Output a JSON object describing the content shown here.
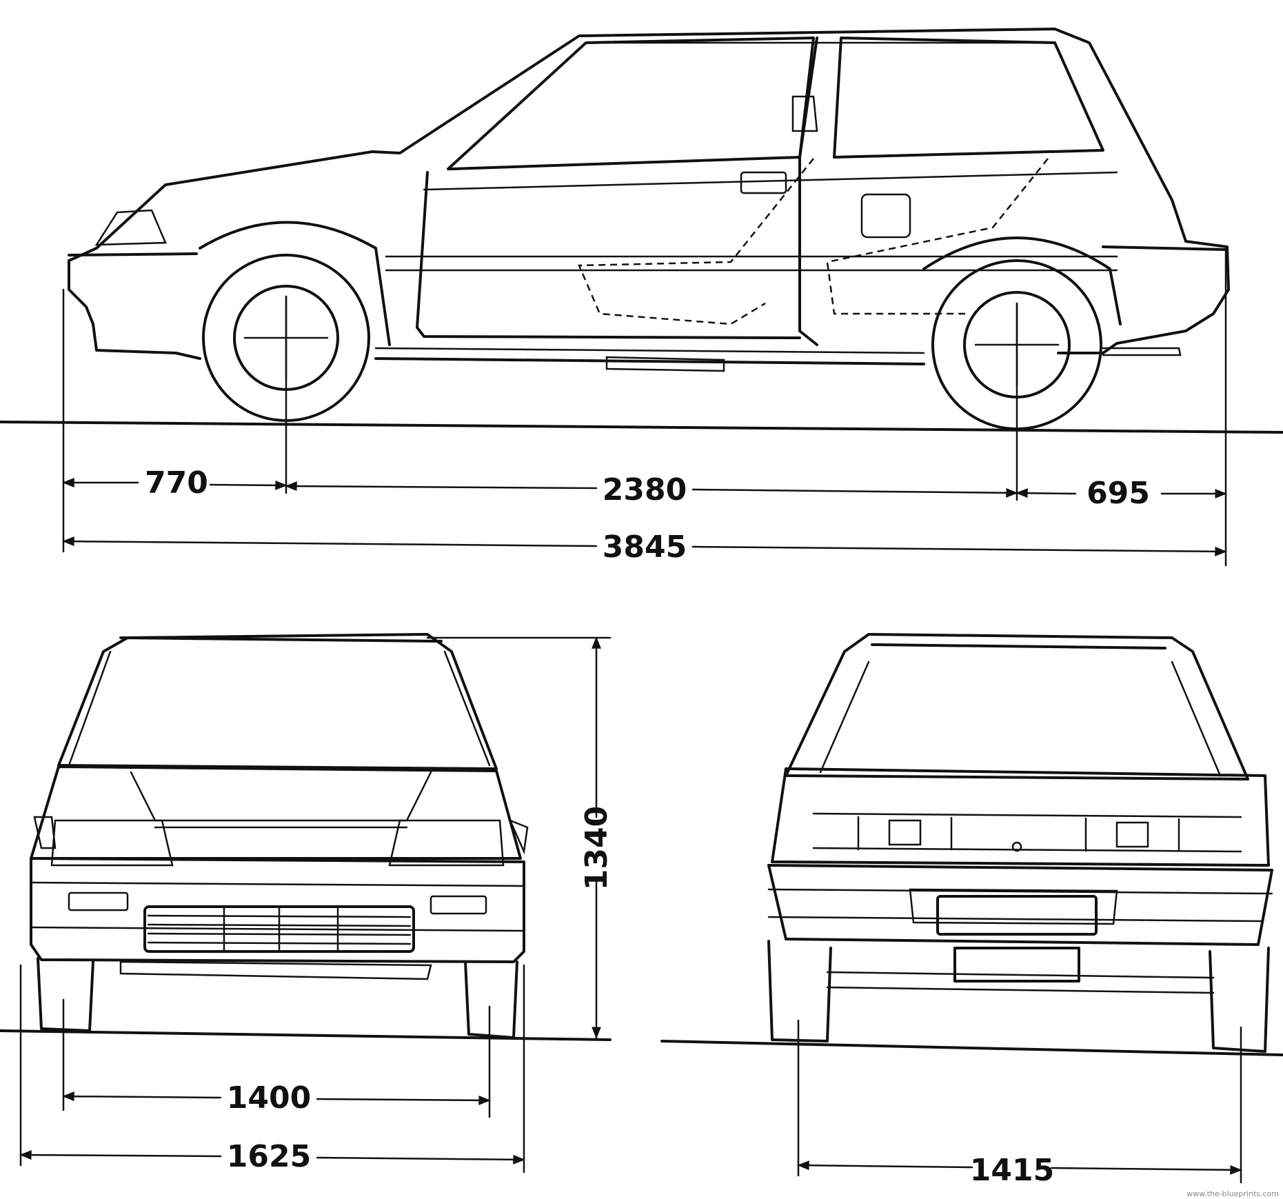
{
  "dimensions": {
    "front_overhang": "770",
    "wheelbase": "2380",
    "rear_overhang": "695",
    "overall_length": "3845",
    "height": "1340",
    "front_track": "1400",
    "overall_width": "1625",
    "rear_track": "1415"
  },
  "watermark": "www.the-blueprints.com"
}
